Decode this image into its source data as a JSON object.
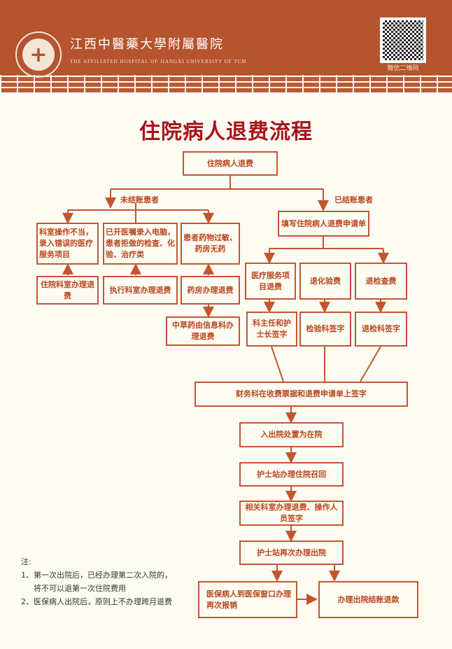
{
  "header": {
    "hospital_name": "江西中醫藥大學附屬醫院",
    "hospital_name_en": "THE AFFILIATED HOSPITAL OF JIANGXI UNIVERSITY OF TCM",
    "qr_label": "微信二维码"
  },
  "title": "住院病人退费流程",
  "start": "住院病人退费",
  "branch_unsettled": "未结账患者",
  "branch_settled": "已结账患者",
  "unsettled": {
    "cases": [
      "科室操作不当，录入错误的医疗服务项目",
      "已开医嘱录入电脑，患者拒做的检查、化验、治疗类",
      "患者药物过敏、药房无药"
    ],
    "handlers": [
      "住院科室办理退费",
      "执行科室办理退费",
      "药房办理退费"
    ],
    "herbal": "中草药由信息科办理退费"
  },
  "settled": {
    "apply": "填写住院病人退费申请单",
    "items": [
      "医疗服务项目退费",
      "退化验费",
      "退检查费"
    ],
    "signs": [
      "科主任和护士长签字",
      "检验科签字",
      "退检科签字"
    ]
  },
  "steps": [
    "财务科在收费票据和退费申请单上签字",
    "入出院处置为在院",
    "护士站办理住院召回",
    "相关科室办理退费、操作人员签字",
    "护士站再次办理出院"
  ],
  "final": [
    "医保病人到医保窗口办理再次报销",
    "办理出院结账退款"
  ],
  "notes": {
    "title": "注:",
    "items": [
      "1、第一次出院后，已经办理第二次入院的，",
      "将不可以退第一次住院费用",
      "2、医保病人出院后，原则上不办理跨月退费"
    ]
  }
}
